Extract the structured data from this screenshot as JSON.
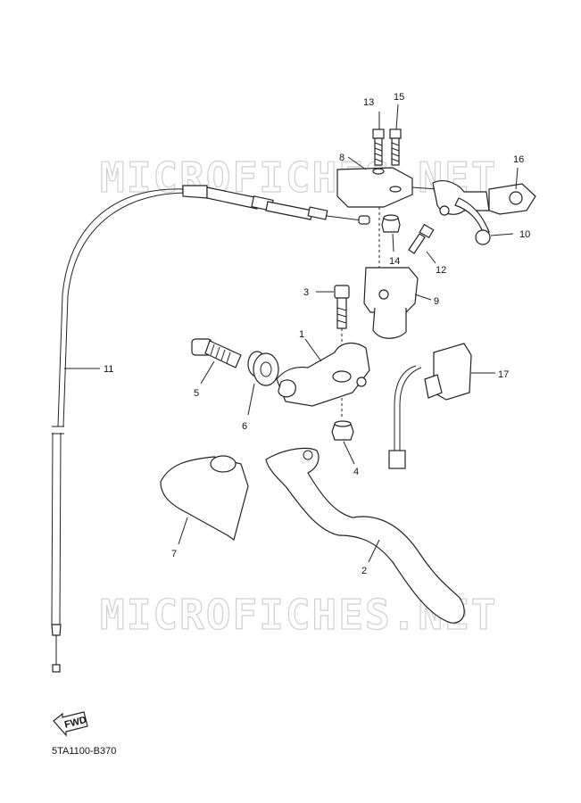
{
  "watermark": "MICROFICHES.NET",
  "diagram_code": "5TA1100-B370",
  "fwd_label": "FWD",
  "callouts": [
    {
      "id": "c1",
      "label": "1"
    },
    {
      "id": "c2",
      "label": "2"
    },
    {
      "id": "c3",
      "label": "3"
    },
    {
      "id": "c4",
      "label": "4"
    },
    {
      "id": "c5",
      "label": "5"
    },
    {
      "id": "c6",
      "label": "6"
    },
    {
      "id": "c7",
      "label": "7"
    },
    {
      "id": "c8",
      "label": "8"
    },
    {
      "id": "c9",
      "label": "9"
    },
    {
      "id": "c10",
      "label": "10"
    },
    {
      "id": "c11",
      "label": "11"
    },
    {
      "id": "c12",
      "label": "12"
    },
    {
      "id": "c13",
      "label": "13"
    },
    {
      "id": "c14",
      "label": "14"
    },
    {
      "id": "c15",
      "label": "15"
    },
    {
      "id": "c16",
      "label": "16"
    },
    {
      "id": "c17",
      "label": "17"
    }
  ]
}
